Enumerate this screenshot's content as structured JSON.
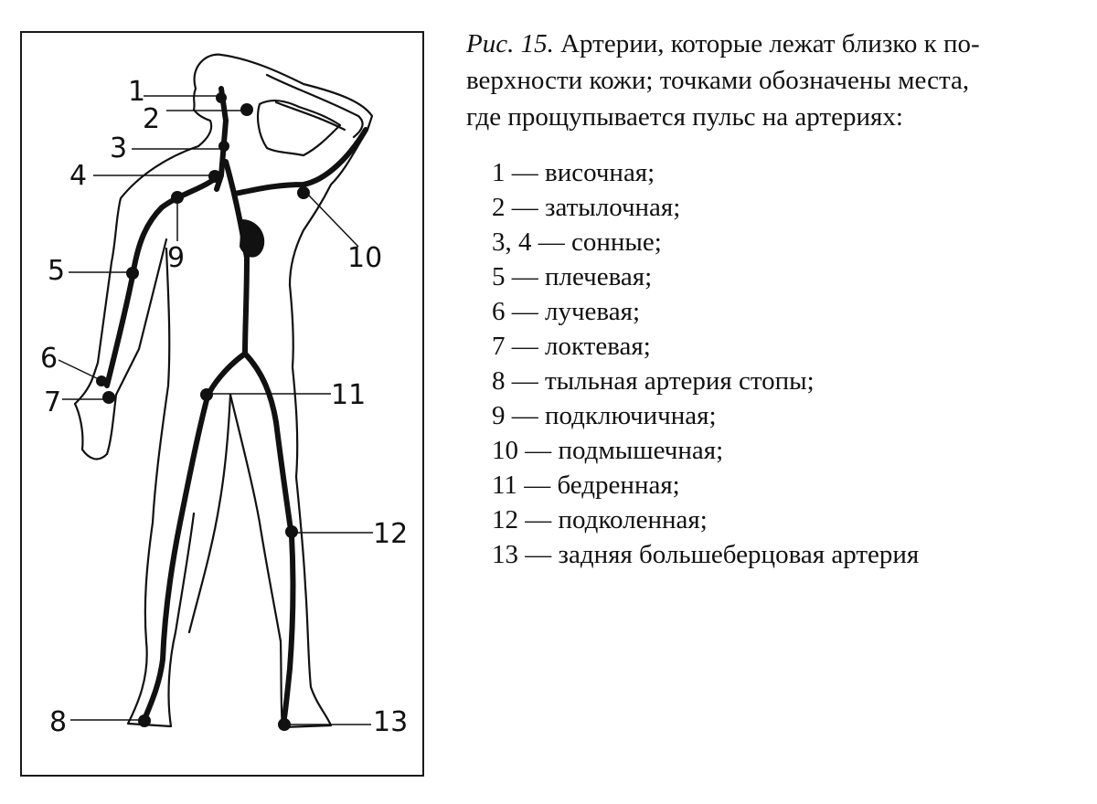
{
  "caption": {
    "fig_ref": "Рис. 15.",
    "lines": [
      "Артерии, которые лежат близко к по-",
      "верхности кожи;  точками обозначены места,",
      "где прощупывается пульс на артериях:"
    ]
  },
  "legend": [
    {
      "num": "1",
      "dash": " — ",
      "label": "височная;"
    },
    {
      "num": "2",
      "dash": " — ",
      "label": "затылочная;"
    },
    {
      "num": "3, 4",
      "dash": " — ",
      "label": "сонные;"
    },
    {
      "num": "5",
      "dash": " — ",
      "label": "плечевая;"
    },
    {
      "num": "6",
      "dash": " — ",
      "label": "лучевая;"
    },
    {
      "num": "7",
      "dash": " — ",
      "label": "локтевая;"
    },
    {
      "num": "8",
      "dash": " — ",
      "label": "тыльная артерия стопы;"
    },
    {
      "num": "9",
      "dash": " — ",
      "label": "подключичная;"
    },
    {
      "num": "10",
      "dash": " — ",
      "label": "подмышечная;"
    },
    {
      "num": "11",
      "dash": " — ",
      "label": "бедренная;"
    },
    {
      "num": "12",
      "dash": " — ",
      "label": "подколенная;"
    },
    {
      "num": "13",
      "dash": " — ",
      "label": "задняя большеберцовая артерия"
    }
  ],
  "figure": {
    "labels": {
      "l1": "1",
      "l2": "2",
      "l3": "3",
      "l4": "4",
      "l5": "5",
      "l6": "6",
      "l7": "7",
      "l8": "8",
      "l9": "9",
      "l10": "10",
      "l11": "11",
      "l12": "12",
      "l13": "13"
    },
    "colors": {
      "ink": "#111111",
      "paper": "#ffffff"
    }
  }
}
